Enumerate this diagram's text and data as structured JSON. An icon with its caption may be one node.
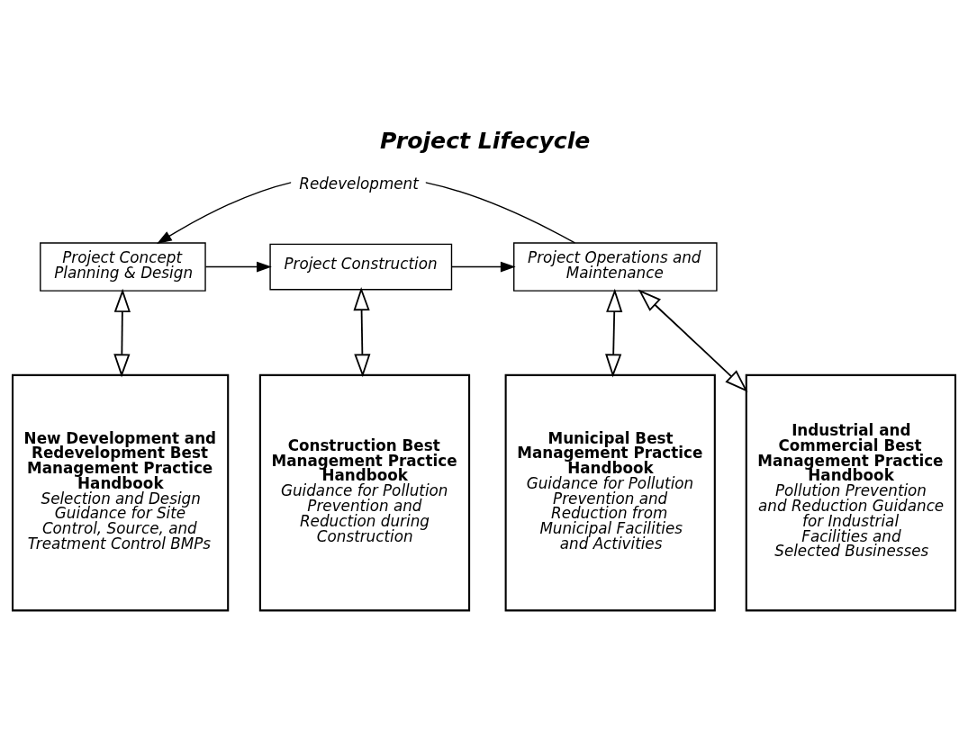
{
  "diagram": {
    "title": "Project Lifecycle",
    "nodes": [
      {
        "text": [
          "Project Concept",
          "Planning & Design"
        ]
      },
      {
        "text": [
          "Project Construction"
        ]
      },
      {
        "text": [
          "Project Operations and Maintenance"
        ]
      },
      {
        "text": [
          "New Development and Redevelopment Best Management Practice Handbook",
          "Selection and Design Guidance for Site Control, Source, and Treatment Control BMPs"
        ]
      },
      {
        "text": [
          "Construction Best Management Practice Handbook",
          "Guidance for Pollution Prevention and Reduction during Construction"
        ]
      },
      {
        "text": [
          "Municipal Best Management Practice Handbook",
          "Guidance for Pollution Prevention and Reduction from Municipal Facilities and Activities"
        ]
      },
      {
        "text": [
          "Industrial and Commercial Best Management Practice Handbook",
          "Pollution Prevention and Reduction Guidance for Industrial Facilities and Selected Businesses"
        ]
      }
    ],
    "edges": [
      {
        "from": 0,
        "to": 1,
        "arrow": "to"
      },
      {
        "from": 1,
        "to": 2,
        "arrow": "to"
      },
      {
        "from": 2,
        "to": 0,
        "arrow": "to",
        "label": "Redevelopment"
      },
      {
        "from": 0,
        "to": 3,
        "arrow": "both"
      },
      {
        "from": 1,
        "to": 4,
        "arrow": "both"
      },
      {
        "from": 2,
        "to": 5,
        "arrow": "both"
      },
      {
        "from": 2,
        "to": 6,
        "arrow": "both"
      }
    ]
  }
}
